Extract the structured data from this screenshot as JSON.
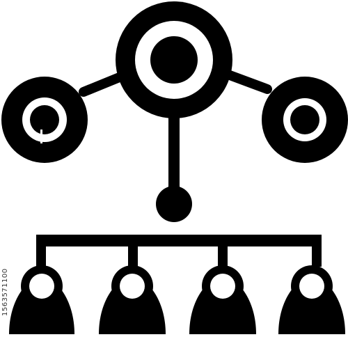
{
  "image": {
    "kind": "pictogram",
    "icon_name": "organization-hierarchy-network-icon",
    "colors": {
      "foreground": "#000000",
      "background": "#ffffff"
    },
    "parts": {
      "top_nodes": 3,
      "people": 4
    }
  },
  "stock_id": "1563571100"
}
